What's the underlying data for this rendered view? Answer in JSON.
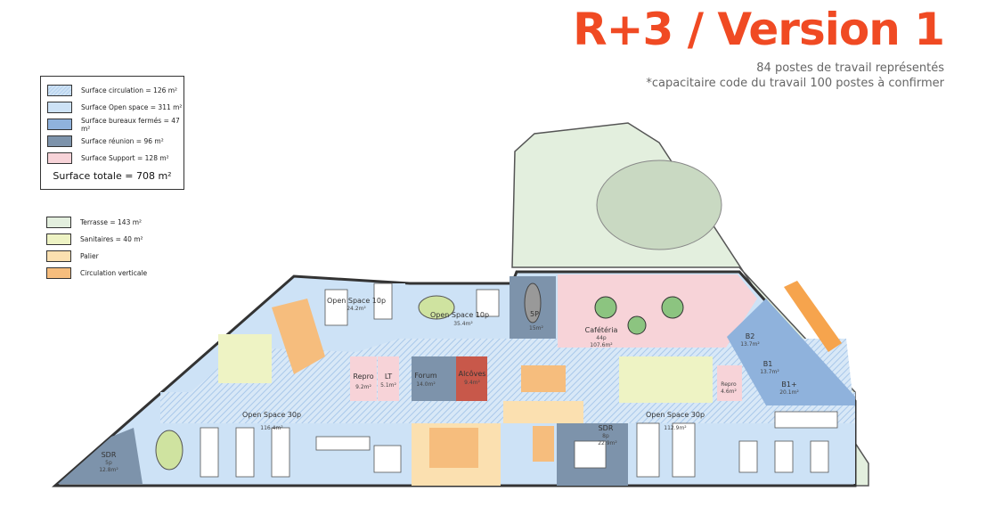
{
  "header": {
    "title": "R+3 / Version 1",
    "subtitle_1": "84 postes de travail représentés",
    "subtitle_2": "*capacitaire code du travail 100 postes à confirmer",
    "accent_color": "#f04a23"
  },
  "legend_surfaces": {
    "items": [
      {
        "label": "Surface circulation = 126 m²",
        "color": "#cfe3f5"
      },
      {
        "label": "Surface Open space = 311 m²",
        "color": "#cde2f6"
      },
      {
        "label": "Surface bureaux fermés = 47 m²",
        "color": "#8fb2dc"
      },
      {
        "label": "Surface réunion = 96 m²",
        "color": "#7d93ab"
      },
      {
        "label": "Surface Support = 128 m²",
        "color": "#f7d3d8"
      }
    ],
    "total": "Surface totale = 708 m²"
  },
  "legend_other": {
    "items": [
      {
        "label": "Terrasse = 143 m²",
        "color": "#e3efde"
      },
      {
        "label": "Sanitaires = 40 m²",
        "color": "#eef3c4"
      },
      {
        "label": "Palier",
        "color": "#fbe0b0"
      },
      {
        "label": "Circulation verticale",
        "color": "#f6bd7d"
      }
    ]
  },
  "rooms": {
    "os10a": {
      "name": "Open Space 10p",
      "area": "24.2m²"
    },
    "os10b": {
      "name": "Open Space 10p",
      "area": "35.4m²"
    },
    "meet5": {
      "name": "5P",
      "area": "15m²"
    },
    "cafe": {
      "name": "Cafétéria",
      "cap": "44p",
      "area": "107.6m²"
    },
    "b2": {
      "name": "B2",
      "area": "13.7m²"
    },
    "b1": {
      "name": "B1",
      "area": "13.7m²"
    },
    "b1p": {
      "name": "B1+",
      "area": "20.1m²"
    },
    "repro1": {
      "name": "Repro",
      "area": "9.2m²"
    },
    "lt": {
      "name": "LT",
      "area": "5.1m²"
    },
    "forum": {
      "name": "Forum",
      "area": "14.0m²"
    },
    "alcoves": {
      "name": "Alcôves",
      "area": "9.4m²"
    },
    "repro2": {
      "name": "Repro",
      "area": "4.6m²"
    },
    "os30a": {
      "name": "Open Space 30p",
      "area": "116.4m²"
    },
    "os30b": {
      "name": "Open Space 30p",
      "area": "112.9m²"
    },
    "sdr8": {
      "name": "SDR",
      "cap": "8p",
      "area": "22.9m²"
    },
    "sdr5": {
      "name": "SDR",
      "cap": "5p",
      "area": "12.8m²"
    }
  }
}
